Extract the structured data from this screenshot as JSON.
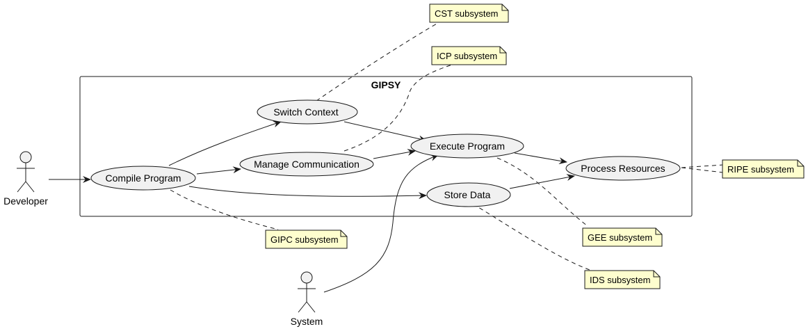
{
  "diagram": {
    "boundary": {
      "title": "GIPSY"
    },
    "actors": {
      "developer": "Developer",
      "system": "System"
    },
    "usecases": {
      "compile": "Compile Program",
      "switch": "Switch Context",
      "manage": "Manage Communication",
      "execute": "Execute Program",
      "store": "Store Data",
      "process": "Process Resources"
    },
    "notes": {
      "cst": "CST subsystem",
      "icp": "ICP subsystem",
      "gipc": "GIPC subsystem",
      "gee": "GEE subsystem",
      "ids": "IDS subsystem",
      "ripe": "RIPE subsystem"
    }
  }
}
